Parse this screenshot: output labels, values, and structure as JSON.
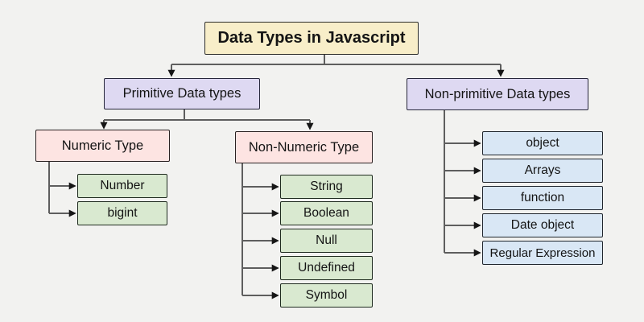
{
  "diagram": {
    "title": {
      "label": "Data Types in Javascript"
    },
    "level1": {
      "primitive": {
        "label": "Primitive Data types"
      },
      "non_primitive": {
        "label": "Non-primitive Data types"
      }
    },
    "level2": {
      "numeric": {
        "label": "Numeric Type"
      },
      "non_numeric": {
        "label": "Non-Numeric Type"
      }
    },
    "numeric_children": [
      {
        "label": "Number"
      },
      {
        "label": "bigint"
      }
    ],
    "non_numeric_children": [
      {
        "label": "String"
      },
      {
        "label": "Boolean"
      },
      {
        "label": "Null"
      },
      {
        "label": "Undefined"
      },
      {
        "label": "Symbol"
      }
    ],
    "non_primitive_children": [
      {
        "label": "object"
      },
      {
        "label": "Arrays"
      },
      {
        "label": "function"
      },
      {
        "label": "Date object"
      },
      {
        "label": "Regular Expression"
      }
    ],
    "colors": {
      "background": "#f2f2f0",
      "title_fill": "#f8eec9",
      "level1_fill": "#ded9f2",
      "level2_fill": "#fde4e2",
      "leaf_green_fill": "#d9e9d0",
      "leaf_blue_fill": "#d9e7f5",
      "box_border": "#23232b",
      "connector": "#5e5e5e",
      "arrowhead": "#161616",
      "text": "#141414"
    }
  }
}
